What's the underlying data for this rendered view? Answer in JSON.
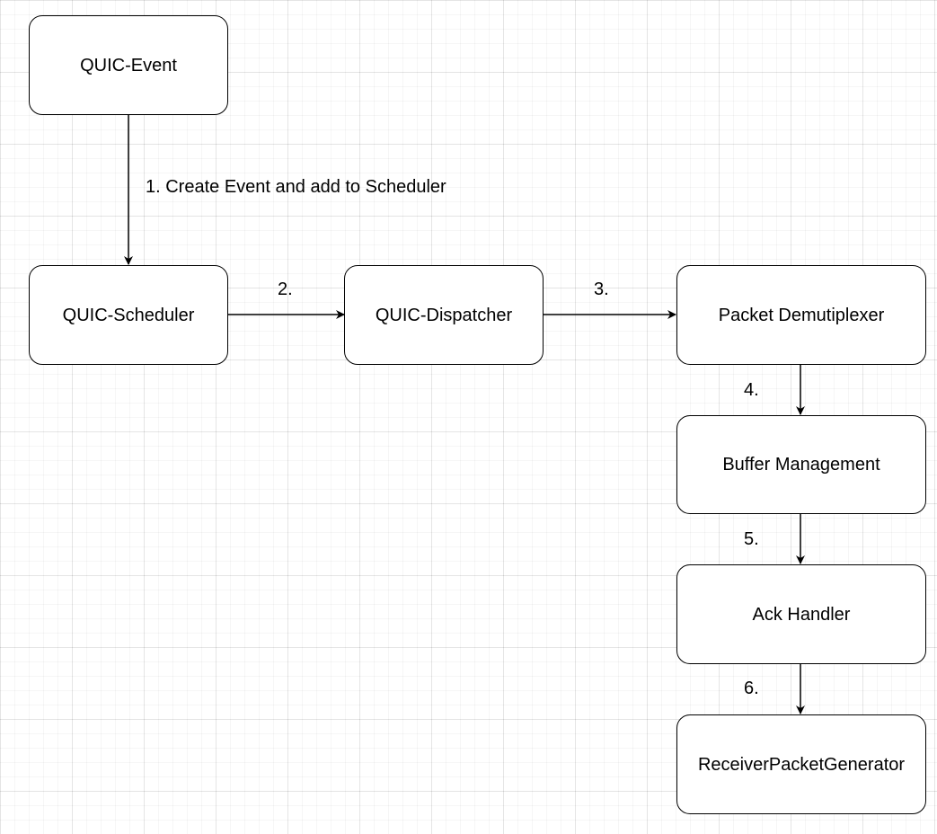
{
  "nodes": {
    "quic_event": "QUIC-Event",
    "quic_scheduler": "QUIC-Scheduler",
    "quic_dispatcher": "QUIC-Dispatcher",
    "packet_demultiplexer": "Packet Demutiplexer",
    "buffer_management": "Buffer Management",
    "ack_handler": "Ack Handler",
    "receiver_packet_generator": "ReceiverPacketGenerator"
  },
  "edges": {
    "e1": "1. Create Event and add to Scheduler",
    "e2": "2.",
    "e3": "3.",
    "e4": "4.",
    "e5": "5.",
    "e6": "6."
  }
}
